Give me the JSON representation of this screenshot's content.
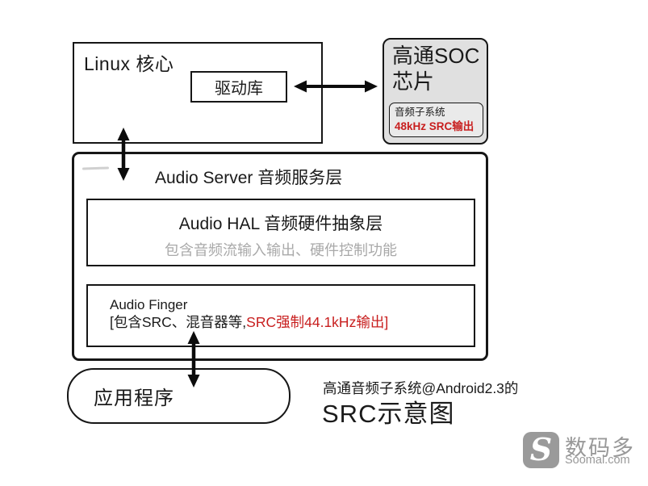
{
  "diagram": {
    "linux_box": {
      "title": "Linux 核心"
    },
    "driver_box": {
      "label": "驱动库"
    },
    "soc_box": {
      "title_line1": "高通SOC",
      "title_line2": "芯片",
      "subsystem_label": "音频子系统",
      "subsystem_value": "48kHz SRC输出"
    },
    "audio_server_box": {
      "title": "Audio Server 音频服务层"
    },
    "audio_hal_box": {
      "title": "Audio HAL 音频硬件抽象层",
      "subtitle": "包含音频流输入输出、硬件控制功能"
    },
    "audio_finger_box": {
      "title": "Audio Finger",
      "detail_prefix": "[包含SRC、混音器等,",
      "detail_highlight": "SRC强制44.1kHz输出]"
    },
    "app_box": {
      "label": "应用程序"
    },
    "caption": {
      "line1": "高通音频子系统@Android2.3的",
      "line2": "SRC示意图"
    }
  },
  "logo": {
    "monogram": "S",
    "name": "数码多",
    "domain": "Soomal.com"
  },
  "colors": {
    "highlight_red": "#c81e1e",
    "muted_gray": "#a9a9a9",
    "soc_fill": "#e0e0e0",
    "soc_inner_fill": "#eaeaea",
    "logo_gray": "#9a9a9a"
  }
}
